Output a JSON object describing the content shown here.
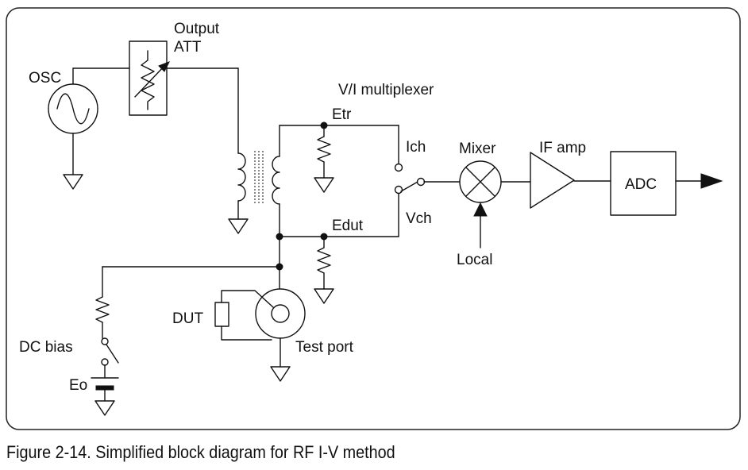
{
  "labels": {
    "osc": "OSC",
    "output_att_line1": "Output",
    "output_att_line2": "ATT",
    "multiplexer": "V/I multiplexer",
    "etr": "Etr",
    "ich": "Ich",
    "edut": "Edut",
    "vch": "Vch",
    "mixer": "Mixer",
    "if_amp": "IF amp",
    "adc": "ADC",
    "local": "Local",
    "dut": "DUT",
    "test_port": "Test port",
    "dc_bias": "DC bias",
    "eo": "Eo"
  },
  "caption": "Figure 2-14. Simplified block diagram for RF I-V method"
}
